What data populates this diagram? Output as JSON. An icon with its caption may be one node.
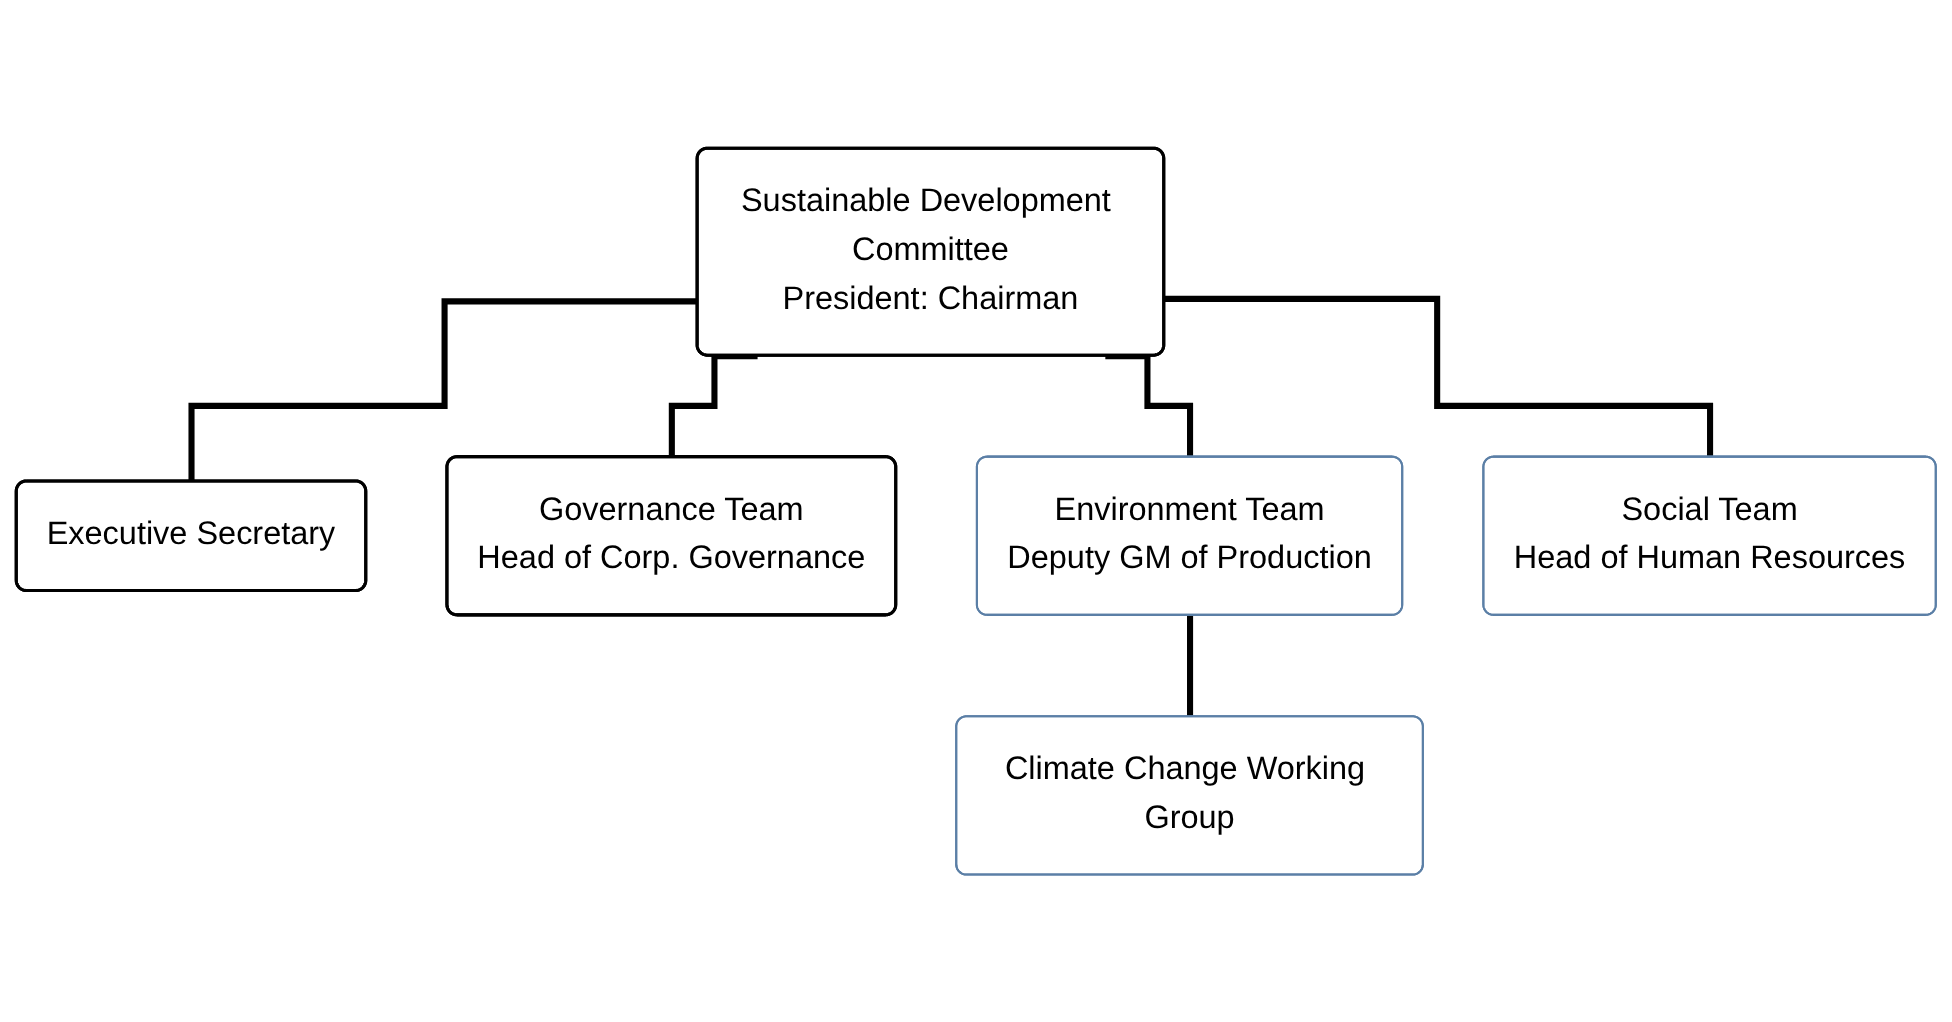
{
  "diagram": {
    "nodes": [
      {
        "text": [
          "Sustainable Development Committee",
          "President: Chairman"
        ]
      },
      {
        "text": [
          "Executive Secretary"
        ]
      },
      {
        "text": [
          "Governance Team",
          "Head of Corp. Governance"
        ]
      },
      {
        "text": [
          "Environment Team",
          "Deputy GM of Production"
        ]
      },
      {
        "text": [
          "Social Team",
          "Head of Human Resources"
        ]
      },
      {
        "text": [
          "Climate Change Working Group"
        ]
      }
    ],
    "edges": [
      {
        "from": 0,
        "to": 1,
        "arrow": "none"
      },
      {
        "from": 0,
        "to": 2,
        "arrow": "none"
      },
      {
        "from": 0,
        "to": 3,
        "arrow": "none"
      },
      {
        "from": 0,
        "to": 4,
        "arrow": "none"
      },
      {
        "from": 3,
        "to": 5,
        "arrow": "none"
      }
    ]
  }
}
